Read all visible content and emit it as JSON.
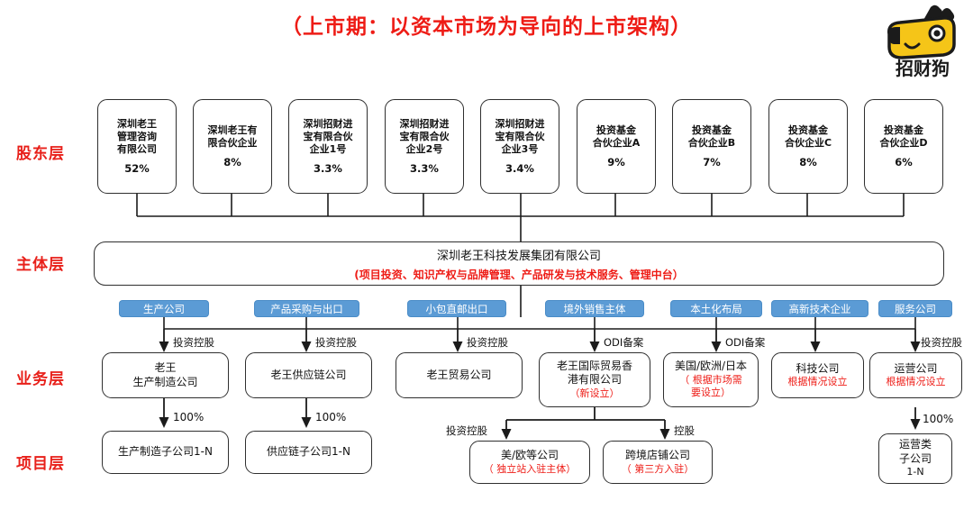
{
  "title": "（上市期：以资本市场为导向的上市架构）",
  "logo": {
    "name": "zhaocaigou-logo",
    "text": "招财狗"
  },
  "colors": {
    "title_red": "#ee1c16",
    "label_red": "#e8201a",
    "tag_blue": "#5b9bd5",
    "box_border": "#2f2f2f"
  },
  "layers": [
    {
      "key": "shareholder",
      "label": "股东层"
    },
    {
      "key": "entity",
      "label": "主体层"
    },
    {
      "key": "business",
      "label": "业务层"
    },
    {
      "key": "project",
      "label": "项目层"
    }
  ],
  "shareholders": [
    {
      "name": "深圳老王\n管理咨询\n有限公司",
      "pct": "52%"
    },
    {
      "name": "深圳老王有\n限合伙企业",
      "pct": "8%"
    },
    {
      "name": "深圳招财进\n宝有限合伙\n企业1号",
      "pct": "3.3%"
    },
    {
      "name": "深圳招财进\n宝有限合伙\n企业2号",
      "pct": "3.3%"
    },
    {
      "name": "深圳招财进\n宝有限合伙\n企业3号",
      "pct": "3.4%"
    },
    {
      "name": "投资基金\n合伙企业A",
      "pct": "9%"
    },
    {
      "name": "投资基金\n合伙企业B",
      "pct": "7%"
    },
    {
      "name": "投资基金\n合伙企业C",
      "pct": "8%"
    },
    {
      "name": "投资基金\n合伙企业D",
      "pct": "6%"
    }
  ],
  "entity": {
    "name": "深圳老王科技发展集团有限公司",
    "scope": "(项目投资、知识产权与品牌管理、产品研发与技术服务、管理中台）"
  },
  "tags": [
    {
      "label": "生产公司"
    },
    {
      "label": "产品采购与出口"
    },
    {
      "label": "小包直邮出口"
    },
    {
      "label": "境外销售主体"
    },
    {
      "label": "本土化布局"
    },
    {
      "label": "高新技术企业"
    },
    {
      "label": "服务公司"
    }
  ],
  "entity_to_business_captions": [
    {
      "text": "投资控股"
    },
    {
      "text": "投资控股"
    },
    {
      "text": "投资控股"
    },
    {
      "text": "ODI备案"
    },
    {
      "text": "ODI备案"
    },
    {
      "text": ""
    },
    {
      "text": "投资控股"
    }
  ],
  "business": [
    {
      "l1": "老王\n生产制造公司",
      "l2": "",
      "l3": ""
    },
    {
      "l1": "老王供应链公司",
      "l2": "",
      "l3": ""
    },
    {
      "l1": "老王贸易公司",
      "l2": "",
      "l3": ""
    },
    {
      "l1": "老王国际贸易香\n港有限公司",
      "l2": "（新设立）",
      "l3": ""
    },
    {
      "l1": "美国/欧洲/日本",
      "l2": "（ 根据市场需\n要设立）",
      "l3": ""
    },
    {
      "l1": "科技公司",
      "l2": "根据情况设立",
      "l3": ""
    },
    {
      "l1": "运营公司",
      "l2": "根据情况设立",
      "l3": ""
    }
  ],
  "business_to_project_captions": [
    {
      "text": "100%"
    },
    {
      "text": "100%"
    },
    {
      "text": "投资控股"
    },
    {
      "text": "控股"
    },
    {
      "text": "100%"
    }
  ],
  "project": [
    {
      "l1": "生产制造子公司1-N",
      "l2": "",
      "l3": ""
    },
    {
      "l1": "供应链子公司1-N",
      "l2": "",
      "l3": ""
    },
    {
      "l1": "美/欧等公司",
      "l2": "（ 独立站入驻主体）",
      "l3": ""
    },
    {
      "l1": "跨境店铺公司",
      "l2": "（ 第三方入驻）",
      "l3": ""
    },
    {
      "l1": "运营类\n子公司",
      "l2": "",
      "l3": "1-N"
    }
  ]
}
